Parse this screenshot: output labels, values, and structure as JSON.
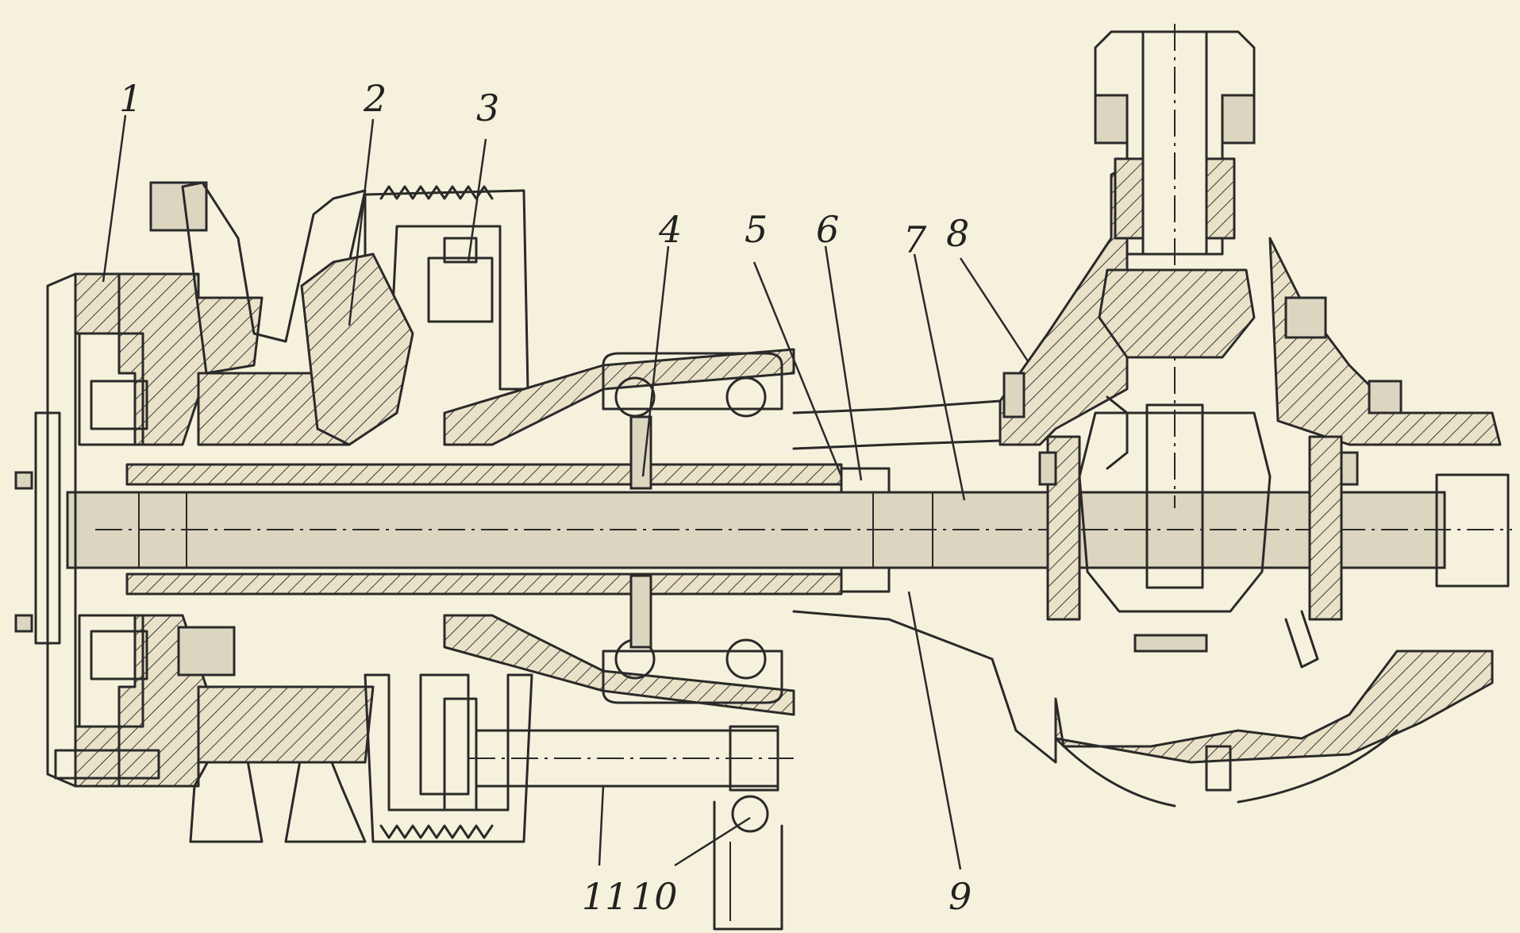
{
  "callouts": [
    {
      "id": "1",
      "text": "1"
    },
    {
      "id": "2",
      "text": "2"
    },
    {
      "id": "3",
      "text": "3"
    },
    {
      "id": "4",
      "text": "4"
    },
    {
      "id": "5",
      "text": "5"
    },
    {
      "id": "6",
      "text": "6"
    },
    {
      "id": "7",
      "text": "7"
    },
    {
      "id": "8",
      "text": "8"
    },
    {
      "id": "9",
      "text": "9"
    },
    {
      "id": "10",
      "text": "10"
    },
    {
      "id": "11",
      "text": "11"
    }
  ],
  "colors": {
    "paper": "#f6f1dc",
    "ink": "#2a2a2a"
  }
}
